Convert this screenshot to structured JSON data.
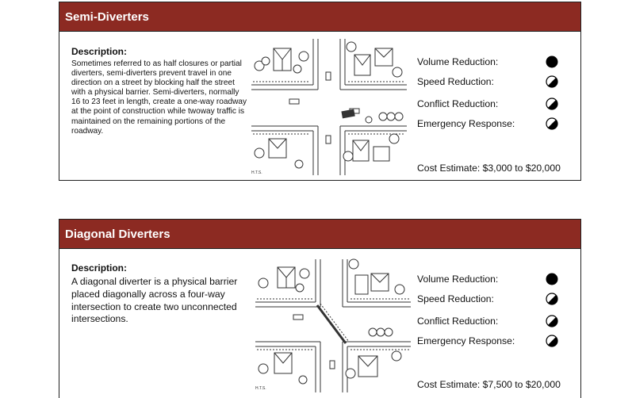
{
  "sections": [
    {
      "title": "Semi-Diverters",
      "description_heading": "Description:",
      "description_text": "Sometimes referred to as half closures or partial diverters, semi-diverters prevent travel in one direction on a street by blocking half the street with a physical barrier. Semi-diverters, normally 16 to 23 feet in length, create a one-way roadway at the point of construction while twoway traffic is maintained on the remaining portions of the roadway.",
      "map_credit": "H.T.S.",
      "ratings": [
        {
          "label": "Volume Reduction:",
          "level": "full",
          "fill": 1.0
        },
        {
          "label": "Speed Reduction:",
          "level": "half",
          "fill": 0.5
        },
        {
          "label": "Conflict Reduction:",
          "level": "half",
          "fill": 0.5
        },
        {
          "label": "Emergency Response:",
          "level": "half",
          "fill": 0.5
        }
      ],
      "cost_estimate": "Cost Estimate: $3,000 to $20,000"
    },
    {
      "title": "Diagonal Diverters",
      "description_heading": "Description:",
      "description_text": "A diagonal diverter is a physical barrier placed diagonally across a four-way intersection to create two unconnected intersections.",
      "map_credit": "H.T.S.",
      "ratings": [
        {
          "label": "Volume Reduction:",
          "level": "full",
          "fill": 1.0
        },
        {
          "label": "Speed Reduction:",
          "level": "half",
          "fill": 0.5
        },
        {
          "label": "Conflict Reduction:",
          "level": "half",
          "fill": 0.5
        },
        {
          "label": "Emergency Response:",
          "level": "half",
          "fill": 0.5
        }
      ],
      "cost_estimate": "Cost Estimate: $7,500 to $20,000"
    }
  ]
}
